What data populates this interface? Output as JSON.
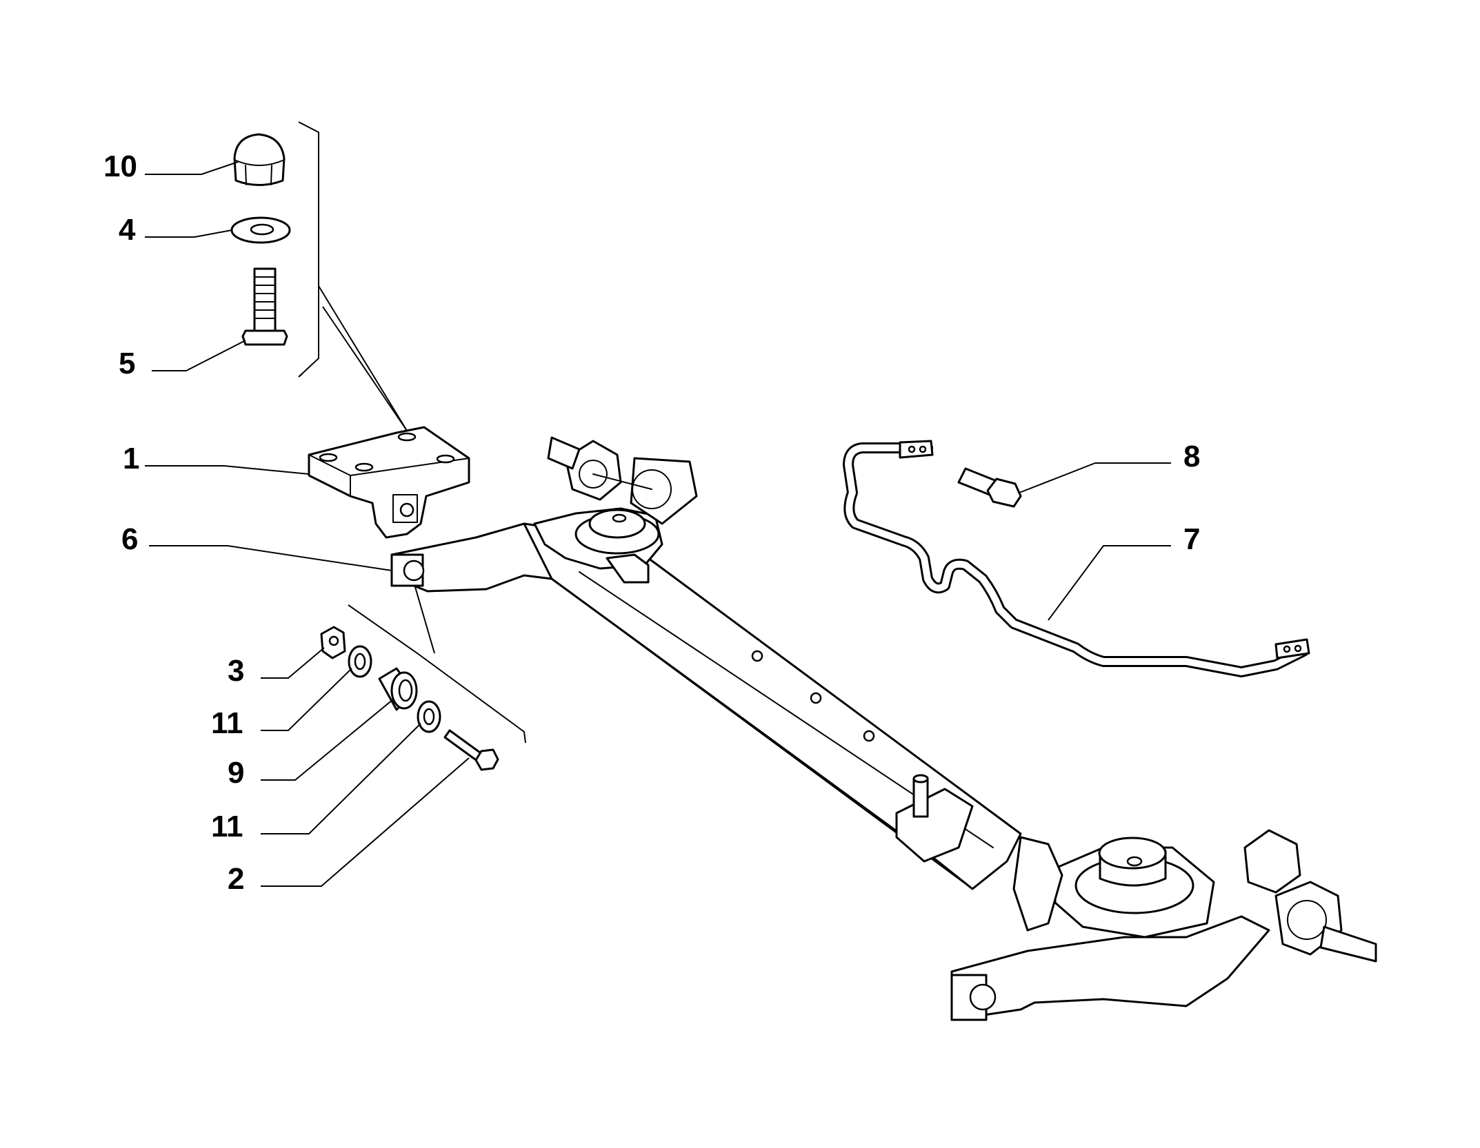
{
  "callouts": {
    "c10": "10",
    "c4": "4",
    "c5": "5",
    "c1": "1",
    "c6": "6",
    "c3": "3",
    "c11a": "11",
    "c9": "9",
    "c11b": "11",
    "c2": "2",
    "c8": "8",
    "c7": "7"
  }
}
